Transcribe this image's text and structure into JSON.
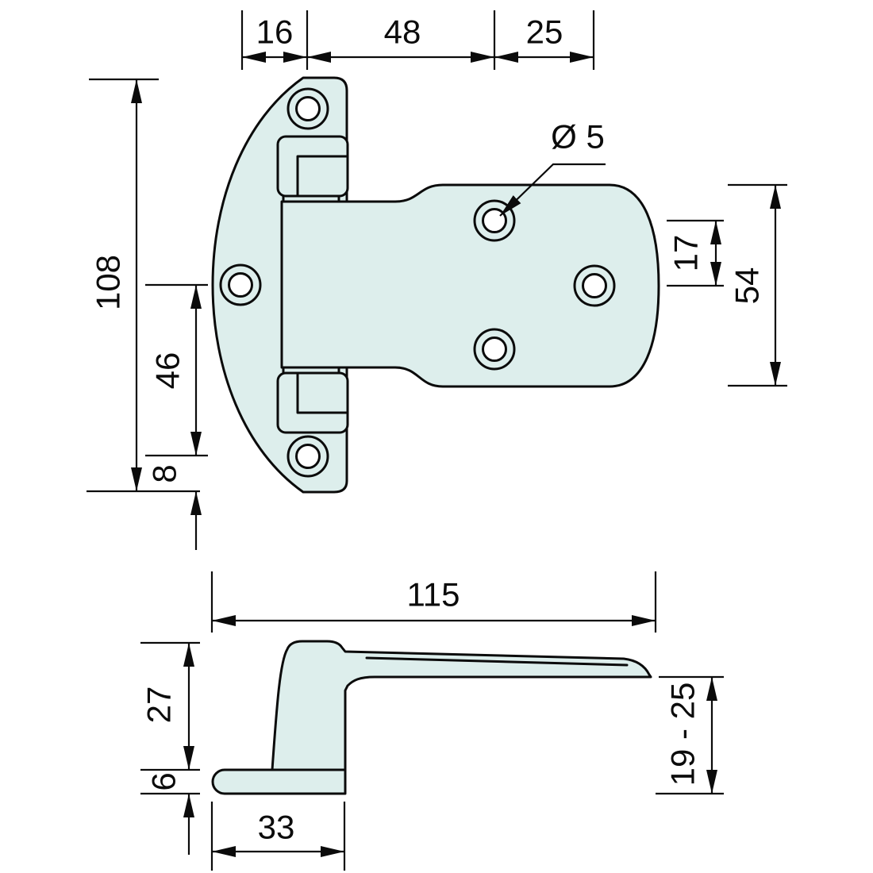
{
  "drawing": {
    "type": "technical-drawing",
    "subject": "offset cold-room door hinge, plan view and side view with millimetre dimensions",
    "colors": {
      "part_fill": "#ddeeec",
      "line": "#0b0b0b",
      "background": "#ffffff"
    },
    "top_view": {
      "dims": {
        "d16": "16",
        "d48": "48",
        "d25": "25",
        "d108": "108",
        "d46": "46",
        "d8": "8",
        "dia5": "Ø 5",
        "d17": "17",
        "d54": "54"
      }
    },
    "side_view": {
      "dims": {
        "d115": "115",
        "d27": "27",
        "d6": "6",
        "d33": "33",
        "d19_25": "19 - 25"
      }
    }
  }
}
